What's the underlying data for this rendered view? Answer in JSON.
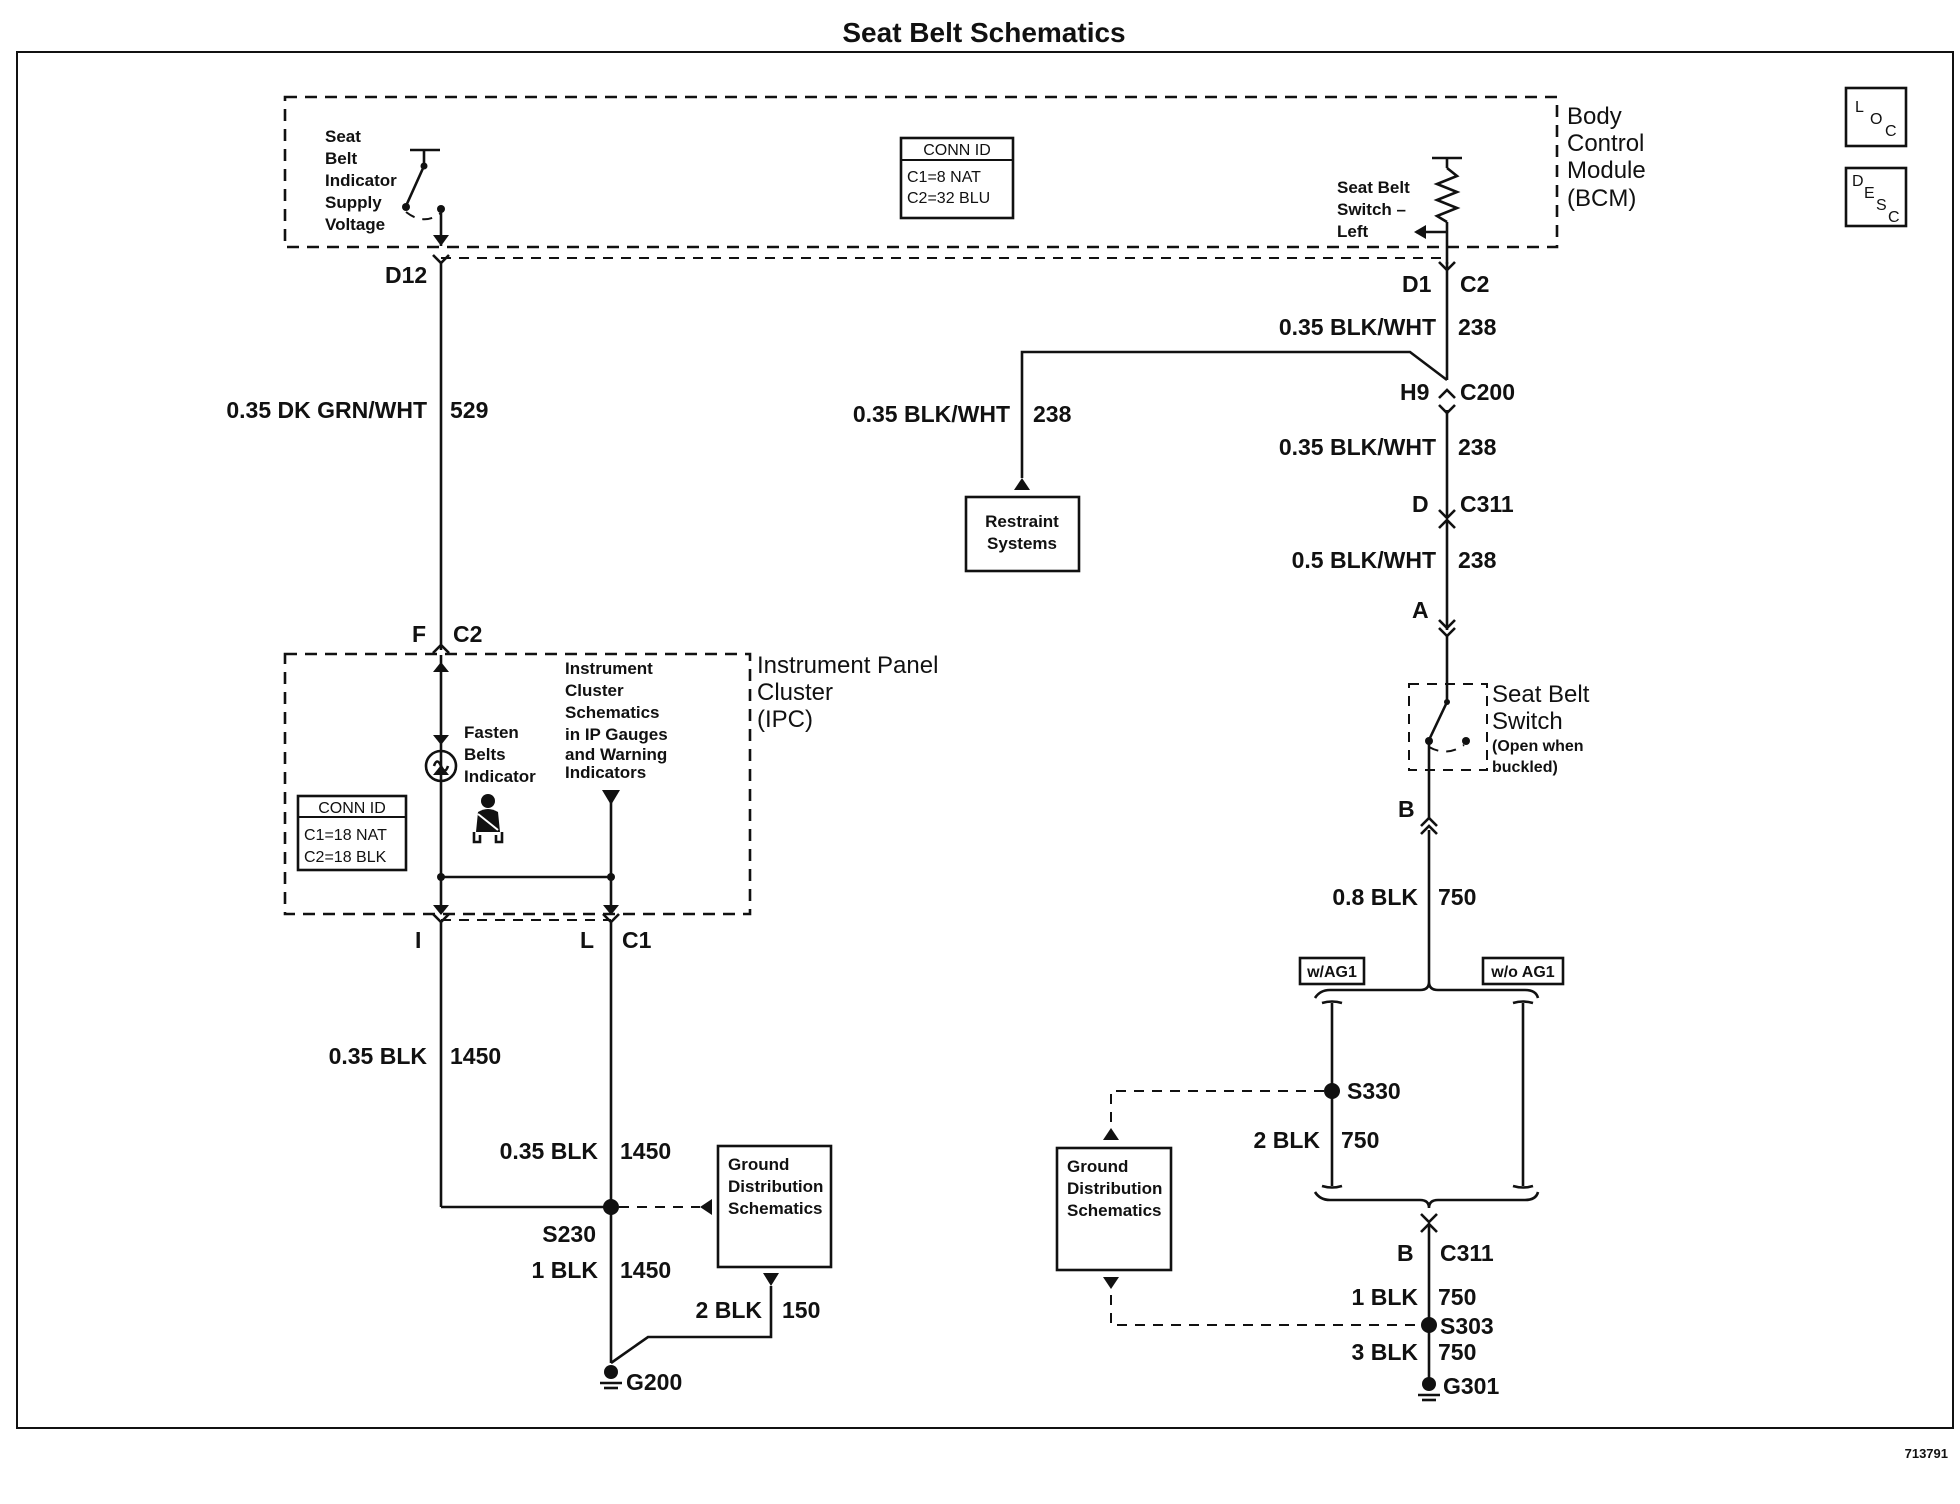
{
  "title": "Seat Belt Schematics",
  "doc_number": "713791",
  "side_icons": {
    "loc": [
      "L",
      "O",
      "C"
    ],
    "desc": [
      "D",
      "E",
      "S",
      "C"
    ]
  },
  "bcm": {
    "name_lines": [
      "Body",
      "Control",
      "Module",
      "(BCM)"
    ],
    "supply_label_lines": [
      "Seat",
      "Belt",
      "Indicator",
      "Supply",
      "Voltage"
    ],
    "switch_label_lines": [
      "Seat Belt",
      "Switch –",
      "Left"
    ],
    "conn_id": {
      "header": "CONN ID",
      "c1": "C1=8 NAT",
      "c2": "C2=32 BLU"
    }
  },
  "ipc": {
    "name_lines": [
      "Instrument Panel",
      "Cluster",
      "(IPC)"
    ],
    "fasten_lines": [
      "Fasten",
      "Belts",
      "Indicator"
    ],
    "ref_lines": [
      "Instrument",
      "Cluster",
      "Schematics",
      "in IP Gauges",
      "and Warning",
      "Indicators"
    ],
    "conn_id": {
      "header": "CONN ID",
      "c1": "C1=18 NAT",
      "c2": "C2=18 BLK"
    }
  },
  "seat_belt_switch": {
    "name_lines": [
      "Seat Belt",
      "Switch"
    ],
    "note_lines": [
      "(Open when",
      "buckled)"
    ]
  },
  "boxes": {
    "restraint": [
      "Restraint",
      "Systems"
    ],
    "ground_left": [
      "Ground",
      "Distribution",
      "Schematics"
    ],
    "ground_right": [
      "Ground",
      "Distribution",
      "Schematics"
    ]
  },
  "options": {
    "with_ag1": "w/AG1",
    "without_ag1": "w/o AG1"
  },
  "connectors": {
    "d12": "D12",
    "d1": "D1",
    "c2_bcm": "C2",
    "h9": "H9",
    "c200": "C200",
    "d_c311": "D",
    "c311_top": "C311",
    "a": "A",
    "b_switch": "B",
    "f": "F",
    "c2_ipc": "C2",
    "i": "I",
    "l": "L",
    "c1": "C1",
    "b_lower": "B",
    "c311_lower": "C311"
  },
  "splices": {
    "s230": "S230",
    "s330": "S330",
    "s303": "S303"
  },
  "grounds": {
    "g200": "G200",
    "g301": "G301"
  },
  "wires": {
    "w529": {
      "gauge_color": "0.35 DK GRN/WHT",
      "circuit": "529"
    },
    "w238_a": {
      "gauge_color": "0.35 BLK/WHT",
      "circuit": "238"
    },
    "w238_b": {
      "gauge_color": "0.35 BLK/WHT",
      "circuit": "238"
    },
    "w238_c": {
      "gauge_color": "0.35 BLK/WHT",
      "circuit": "238"
    },
    "w238_d": {
      "gauge_color": "0.5 BLK/WHT",
      "circuit": "238"
    },
    "w750_a": {
      "gauge_color": "0.8 BLK",
      "circuit": "750"
    },
    "w750_b": {
      "gauge_color": "2 BLK",
      "circuit": "750"
    },
    "w750_c": {
      "gauge_color": "1 BLK",
      "circuit": "750"
    },
    "w750_d": {
      "gauge_color": "3 BLK",
      "circuit": "750"
    },
    "w1450_a": {
      "gauge_color": "0.35 BLK",
      "circuit": "1450"
    },
    "w1450_b": {
      "gauge_color": "0.35 BLK",
      "circuit": "1450"
    },
    "w1450_c": {
      "gauge_color": "1 BLK",
      "circuit": "1450"
    },
    "w150": {
      "gauge_color": "2 BLK",
      "circuit": "150"
    }
  }
}
